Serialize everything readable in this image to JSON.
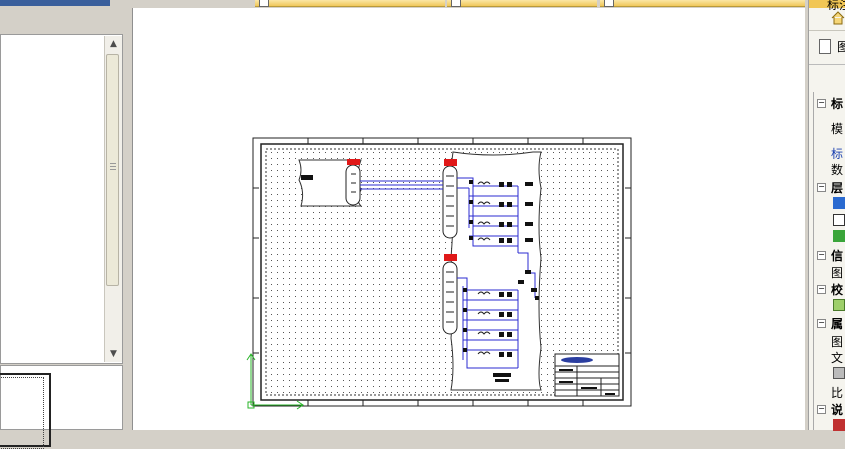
{
  "right_panel": {
    "top_label": "标注",
    "doc_label": "图",
    "sections": [
      {
        "id": "s1",
        "head": "标",
        "items": [
          {
            "t": "text",
            "v": "模"
          },
          {
            "t": "link",
            "v": "标"
          },
          {
            "t": "text",
            "v": "数"
          }
        ]
      },
      {
        "id": "s2",
        "head": "层",
        "items": [
          {
            "t": "icon",
            "icon": "layer-icon"
          },
          {
            "t": "icon",
            "icon": "book-icon"
          },
          {
            "t": "icon",
            "icon": "puzzle-icon"
          }
        ]
      },
      {
        "id": "s3",
        "head": "信",
        "items": [
          {
            "t": "text",
            "v": "图"
          }
        ]
      },
      {
        "id": "s4",
        "head": "校",
        "items": [
          {
            "t": "icon",
            "icon": "check-icon"
          }
        ]
      },
      {
        "id": "s5",
        "head": "属",
        "items": [
          {
            "t": "text",
            "v": "图"
          },
          {
            "t": "text",
            "v": "文"
          },
          {
            "t": "icon",
            "icon": "grid-icon"
          },
          {
            "t": "text",
            "v": "比"
          }
        ]
      },
      {
        "id": "s6",
        "head": "说",
        "items": [
          {
            "t": "icon",
            "icon": "flag-icon"
          }
        ]
      }
    ]
  },
  "colors": {
    "canvas_bg": "#ffffff",
    "wire": "#2b2bd0",
    "highlight": "#e01818",
    "ucs": "#28b428",
    "panel_bg": "#d4d0c8"
  }
}
